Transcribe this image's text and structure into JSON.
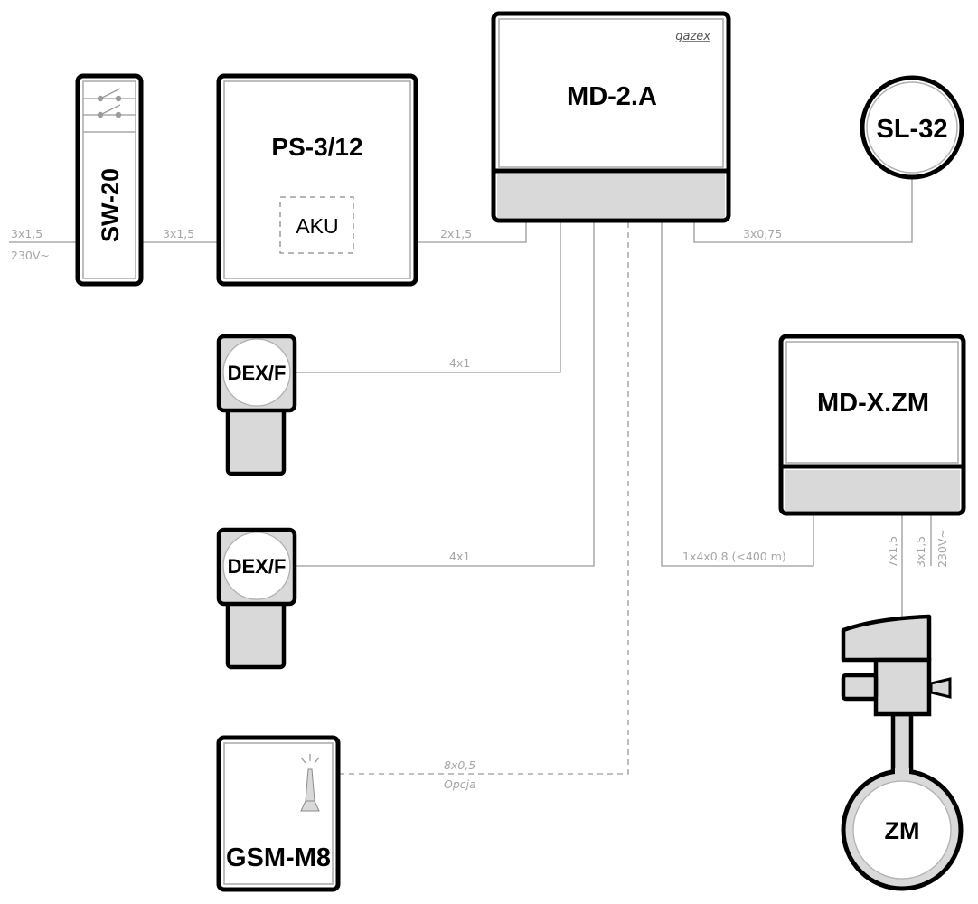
{
  "diagram": {
    "title": "gazex system wiring diagram",
    "colors": {
      "outline": "#000000",
      "inner_frame": "#a8a8a8",
      "module_fill": "#d9d9d9",
      "wire": "#9a9a9a",
      "cable_label": "#a6a6a6"
    },
    "devices": {
      "sw20": {
        "label": "SW-20",
        "icon": "switch-icon"
      },
      "ps": {
        "label": "PS-3/12",
        "battery_label": "AKU"
      },
      "md2a": {
        "label": "MD-2.A",
        "brand": "gazex"
      },
      "sl32": {
        "label": "SL-32"
      },
      "dex1": {
        "label": "DEX/F"
      },
      "dex2": {
        "label": "DEX/F"
      },
      "gsm": {
        "label": "GSM-M8",
        "icon": "antenna-icon"
      },
      "mdxzm": {
        "label": "MD-X.ZM"
      },
      "zm": {
        "label": "ZM",
        "icon": "valve-icon"
      }
    },
    "cables": {
      "mains_in": {
        "spec": "3x1,5",
        "voltage": "230V~"
      },
      "sw_to_ps": {
        "spec": "3x1,5"
      },
      "ps_to_md": {
        "spec": "2x1,5"
      },
      "md_to_sl": {
        "spec": "3x0,75"
      },
      "md_to_dex1": {
        "spec": "4x1"
      },
      "md_to_dex2": {
        "spec": "4x1"
      },
      "md_to_mdx": {
        "spec": "1x4x0,8 (<400 m)"
      },
      "md_to_gsm": {
        "spec": "8x0,5",
        "note": "Opcja"
      },
      "mdx_to_zm": {
        "spec": "7x1,5"
      },
      "mdx_mains": {
        "spec": "3x1,5",
        "voltage": "230V~"
      }
    }
  }
}
